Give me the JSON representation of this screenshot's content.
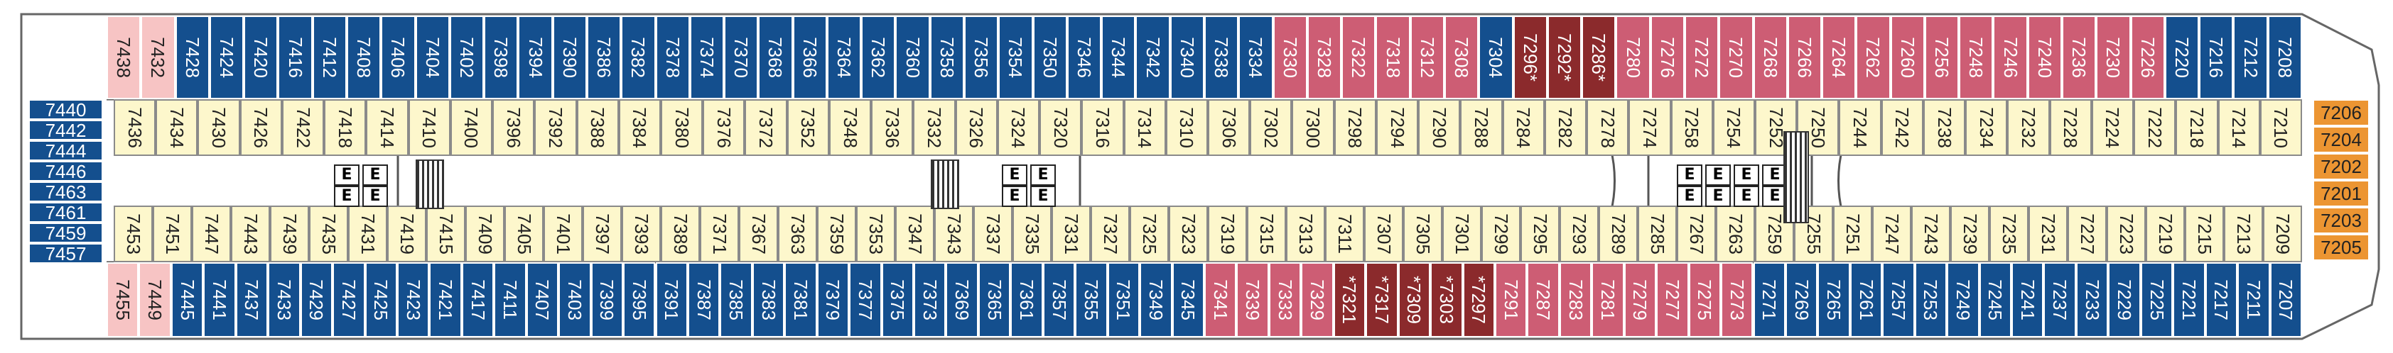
{
  "deck": {
    "title": "",
    "colors": {
      "blue": "#144f8e",
      "pink": "#cd5d74",
      "brown": "#8b2a2c",
      "cream": "#fdf7cc",
      "orange": "#ec9532",
      "salmon": "#f7c4c4"
    },
    "top_row": [
      {
        "no": "7438",
        "c": "salmon"
      },
      {
        "no": "7432",
        "c": "salmon"
      },
      {
        "no": "7428",
        "c": "blue"
      },
      {
        "no": "7424",
        "c": "blue"
      },
      {
        "no": "7420",
        "c": "blue"
      },
      {
        "no": "7416",
        "c": "blue"
      },
      {
        "no": "7412",
        "c": "blue"
      },
      {
        "no": "7408",
        "c": "blue"
      },
      {
        "no": "7406",
        "c": "blue"
      },
      {
        "no": "7404",
        "c": "blue"
      },
      {
        "no": "7402",
        "c": "blue"
      },
      {
        "no": "7398",
        "c": "blue"
      },
      {
        "no": "7394",
        "c": "blue"
      },
      {
        "no": "7390",
        "c": "blue"
      },
      {
        "no": "7386",
        "c": "blue"
      },
      {
        "no": "7382",
        "c": "blue"
      },
      {
        "no": "7378",
        "c": "blue"
      },
      {
        "no": "7374",
        "c": "blue"
      },
      {
        "no": "7370",
        "c": "blue"
      },
      {
        "no": "7368",
        "c": "blue"
      },
      {
        "no": "7366",
        "c": "blue"
      },
      {
        "no": "7364",
        "c": "blue"
      },
      {
        "no": "7362",
        "c": "blue"
      },
      {
        "no": "7360",
        "c": "blue"
      },
      {
        "no": "7358",
        "c": "blue"
      },
      {
        "no": "7356",
        "c": "blue"
      },
      {
        "no": "7354",
        "c": "blue"
      },
      {
        "no": "7350",
        "c": "blue"
      },
      {
        "no": "7346",
        "c": "blue"
      },
      {
        "no": "7344",
        "c": "blue"
      },
      {
        "no": "7342",
        "c": "blue"
      },
      {
        "no": "7340",
        "c": "blue"
      },
      {
        "no": "7338",
        "c": "blue"
      },
      {
        "no": "7334",
        "c": "blue"
      },
      {
        "no": "7330",
        "c": "pink"
      },
      {
        "no": "7328",
        "c": "pink"
      },
      {
        "no": "7322",
        "c": "pink"
      },
      {
        "no": "7318",
        "c": "pink"
      },
      {
        "no": "7312",
        "c": "pink"
      },
      {
        "no": "7308",
        "c": "pink"
      },
      {
        "no": "7304",
        "c": "blue"
      },
      {
        "no": "7296*",
        "c": "brown"
      },
      {
        "no": "7292*",
        "c": "brown"
      },
      {
        "no": "7286*",
        "c": "brown"
      },
      {
        "no": "7280",
        "c": "pink"
      },
      {
        "no": "7276",
        "c": "pink"
      },
      {
        "no": "7272",
        "c": "pink"
      },
      {
        "no": "7270",
        "c": "pink"
      },
      {
        "no": "7268",
        "c": "pink"
      },
      {
        "no": "7266",
        "c": "pink"
      },
      {
        "no": "7264",
        "c": "pink"
      },
      {
        "no": "7262",
        "c": "pink"
      },
      {
        "no": "7260",
        "c": "pink"
      },
      {
        "no": "7256",
        "c": "pink"
      },
      {
        "no": "7248",
        "c": "pink"
      },
      {
        "no": "7246",
        "c": "pink"
      },
      {
        "no": "7240",
        "c": "pink"
      },
      {
        "no": "7236",
        "c": "pink"
      },
      {
        "no": "7230",
        "c": "pink"
      },
      {
        "no": "7226",
        "c": "pink"
      },
      {
        "no": "7220",
        "c": "blue"
      },
      {
        "no": "7216",
        "c": "blue"
      },
      {
        "no": "7212",
        "c": "blue"
      },
      {
        "no": "7208",
        "c": "blue"
      }
    ],
    "bottom_row": [
      {
        "no": "7455",
        "c": "salmon"
      },
      {
        "no": "7449",
        "c": "salmon"
      },
      {
        "no": "7445",
        "c": "blue"
      },
      {
        "no": "7441",
        "c": "blue"
      },
      {
        "no": "7437",
        "c": "blue"
      },
      {
        "no": "7433",
        "c": "blue"
      },
      {
        "no": "7429",
        "c": "blue"
      },
      {
        "no": "7427",
        "c": "blue"
      },
      {
        "no": "7425",
        "c": "blue"
      },
      {
        "no": "7423",
        "c": "blue"
      },
      {
        "no": "7421",
        "c": "blue"
      },
      {
        "no": "7417",
        "c": "blue"
      },
      {
        "no": "7411",
        "c": "blue"
      },
      {
        "no": "7407",
        "c": "blue"
      },
      {
        "no": "7403",
        "c": "blue"
      },
      {
        "no": "7399",
        "c": "blue"
      },
      {
        "no": "7395",
        "c": "blue"
      },
      {
        "no": "7391",
        "c": "blue"
      },
      {
        "no": "7387",
        "c": "blue"
      },
      {
        "no": "7385",
        "c": "blue"
      },
      {
        "no": "7383",
        "c": "blue"
      },
      {
        "no": "7381",
        "c": "blue"
      },
      {
        "no": "7379",
        "c": "blue"
      },
      {
        "no": "7377",
        "c": "blue"
      },
      {
        "no": "7375",
        "c": "blue"
      },
      {
        "no": "7373",
        "c": "blue"
      },
      {
        "no": "7369",
        "c": "blue"
      },
      {
        "no": "7365",
        "c": "blue"
      },
      {
        "no": "7361",
        "c": "blue"
      },
      {
        "no": "7357",
        "c": "blue"
      },
      {
        "no": "7355",
        "c": "blue"
      },
      {
        "no": "7351",
        "c": "blue"
      },
      {
        "no": "7349",
        "c": "blue"
      },
      {
        "no": "7345",
        "c": "blue"
      },
      {
        "no": "7341",
        "c": "pink"
      },
      {
        "no": "7339",
        "c": "pink"
      },
      {
        "no": "7333",
        "c": "pink"
      },
      {
        "no": "7329",
        "c": "pink"
      },
      {
        "no": "*7321",
        "c": "brown"
      },
      {
        "no": "*7317",
        "c": "brown"
      },
      {
        "no": "*7309",
        "c": "brown"
      },
      {
        "no": "*7303",
        "c": "brown"
      },
      {
        "no": "*7297",
        "c": "brown"
      },
      {
        "no": "7291",
        "c": "pink"
      },
      {
        "no": "7287",
        "c": "pink"
      },
      {
        "no": "7283",
        "c": "pink"
      },
      {
        "no": "7281",
        "c": "pink"
      },
      {
        "no": "7279",
        "c": "pink"
      },
      {
        "no": "7277",
        "c": "pink"
      },
      {
        "no": "7275",
        "c": "pink"
      },
      {
        "no": "7273",
        "c": "pink"
      },
      {
        "no": "7271",
        "c": "blue"
      },
      {
        "no": "7269",
        "c": "blue"
      },
      {
        "no": "7265",
        "c": "blue"
      },
      {
        "no": "7261",
        "c": "blue"
      },
      {
        "no": "7257",
        "c": "blue"
      },
      {
        "no": "7253",
        "c": "blue"
      },
      {
        "no": "7249",
        "c": "blue"
      },
      {
        "no": "7245",
        "c": "blue"
      },
      {
        "no": "7241",
        "c": "blue"
      },
      {
        "no": "7237",
        "c": "blue"
      },
      {
        "no": "7233",
        "c": "blue"
      },
      {
        "no": "7229",
        "c": "blue"
      },
      {
        "no": "7225",
        "c": "blue"
      },
      {
        "no": "7221",
        "c": "blue"
      },
      {
        "no": "7217",
        "c": "blue"
      },
      {
        "no": "7211",
        "c": "blue"
      },
      {
        "no": "7207",
        "c": "blue"
      }
    ],
    "stern_column": [
      "7440",
      "7442",
      "7444",
      "7446",
      "7463",
      "7461",
      "7459",
      "7457"
    ],
    "bow_column": [
      "7206",
      "7204",
      "7202",
      "7201",
      "7203",
      "7205"
    ],
    "inner_upper": [
      "7436",
      "7434",
      "7430",
      "7426",
      "7422",
      "7418",
      "7414",
      "7410",
      "7400",
      "7396",
      "7392",
      "7388",
      "7384",
      "7380",
      "7376",
      "7372",
      "7352",
      "7348",
      "7336",
      "7332",
      "7326",
      "7324",
      "7320",
      "7316",
      "7314",
      "7310",
      "7306",
      "7302",
      "7300",
      "7298",
      "7294",
      "7290",
      "7288",
      "7284",
      "7282",
      "7278",
      "7274",
      "7258",
      "7254",
      "7252",
      "7250",
      "7244",
      "7242",
      "7238",
      "7234",
      "7232",
      "7228",
      "7224",
      "7222",
      "7218",
      "7214",
      "7210"
    ],
    "inner_lower": [
      "7453",
      "7451",
      "7447",
      "7443",
      "7439",
      "7435",
      "7431",
      "7419",
      "7415",
      "7409",
      "7405",
      "7401",
      "7397",
      "7393",
      "7389",
      "7371",
      "7367",
      "7363",
      "7359",
      "7353",
      "7347",
      "7343",
      "7337",
      "7335",
      "7331",
      "7327",
      "7325",
      "7323",
      "7319",
      "7315",
      "7313",
      "7311",
      "7307",
      "7305",
      "7301",
      "7299",
      "7295",
      "7293",
      "7289",
      "7285",
      "7267",
      "7263",
      "7259",
      "7255",
      "7251",
      "7247",
      "7243",
      "7239",
      "7235",
      "7231",
      "7227",
      "7223",
      "7219",
      "7215",
      "7213",
      "7209"
    ],
    "elevator_symbol": "E"
  }
}
